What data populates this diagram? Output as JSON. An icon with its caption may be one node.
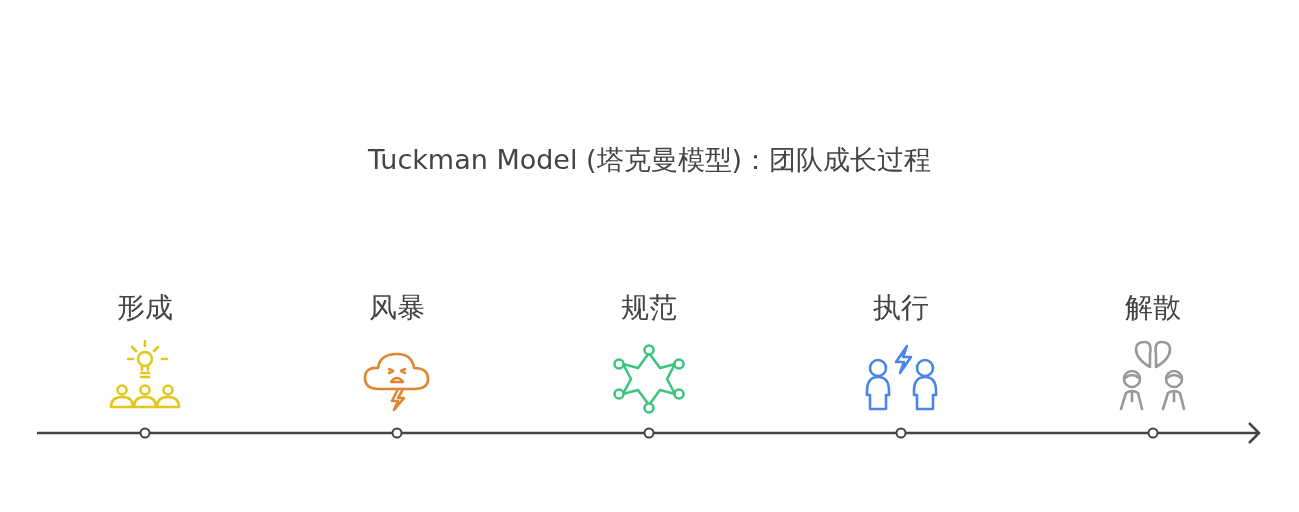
{
  "diagram": {
    "title": "Tuckman Model (塔克曼模型)：团队成长过程",
    "nodes": [
      {
        "text": [
          "形成"
        ]
      },
      {
        "text": [
          "风暴"
        ]
      },
      {
        "text": [
          "规范"
        ]
      },
      {
        "text": [
          "执行"
        ]
      },
      {
        "text": [
          "解散"
        ]
      }
    ]
  }
}
